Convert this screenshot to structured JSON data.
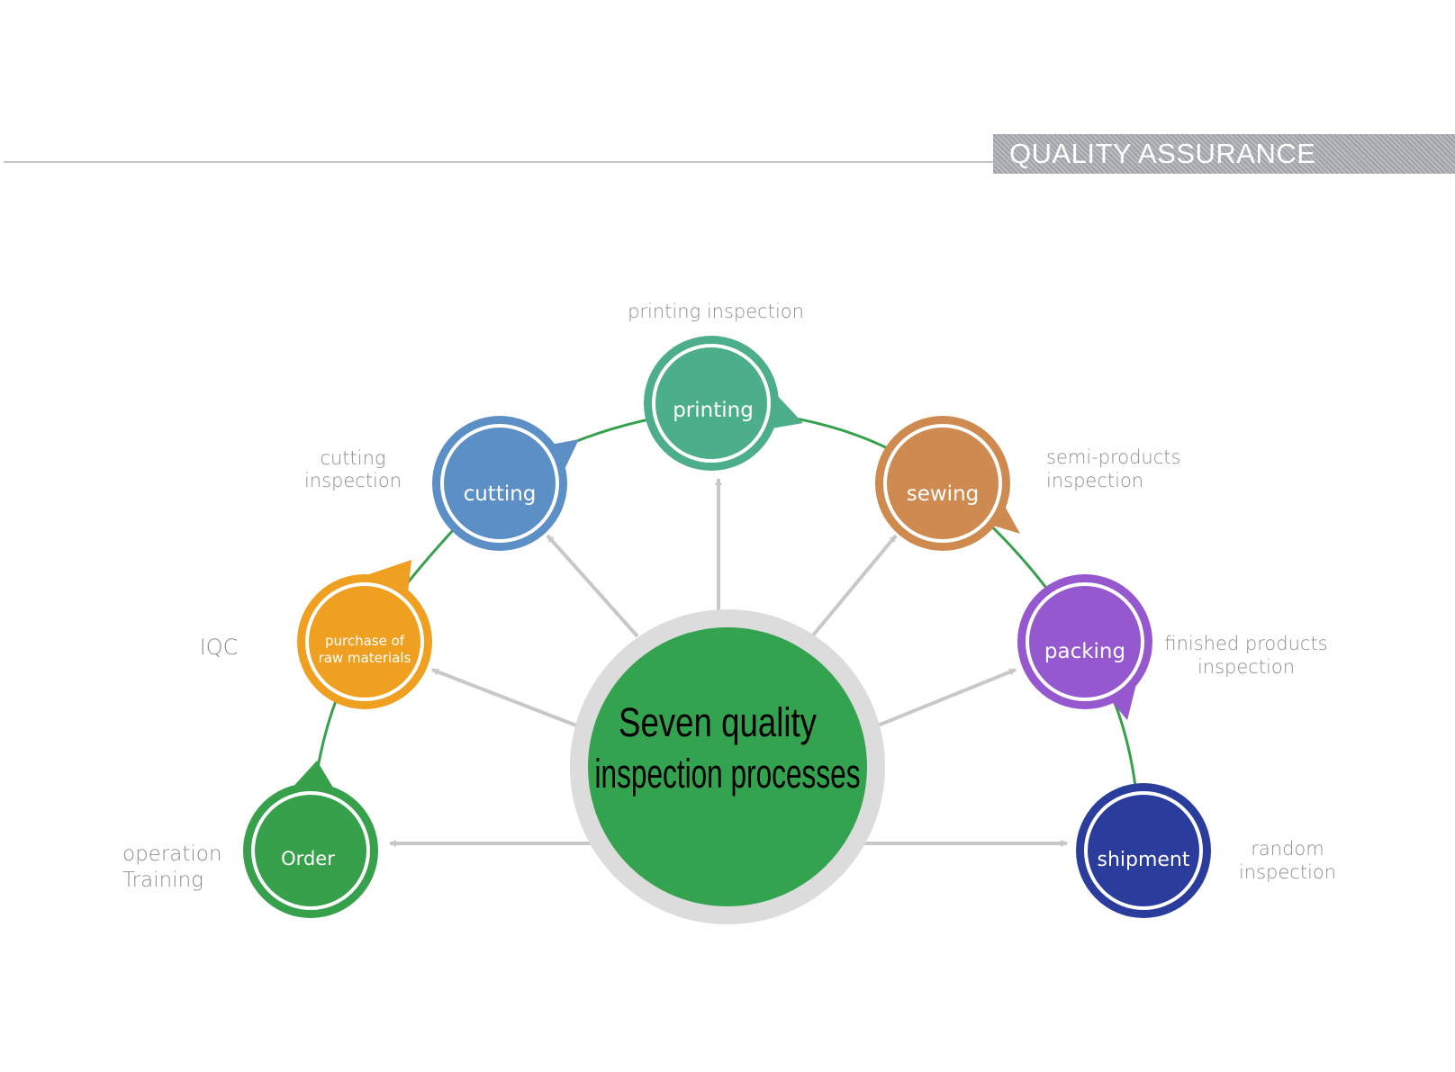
{
  "header": {
    "banner_title": "QUALITY ASSURANCE"
  },
  "center": {
    "line1": "Seven quality",
    "line2": "inspection processes"
  },
  "nodes": [
    {
      "id": "order",
      "label": "Order",
      "annotation_line1": "operation",
      "annotation_line2": "Training",
      "color": "#36a04a"
    },
    {
      "id": "purchase",
      "label_line1": "purchase of",
      "label_line2": "raw materials",
      "annotation": "IQC",
      "color": "#f0a020"
    },
    {
      "id": "cutting",
      "label": "cutting",
      "annotation_line1": "cutting",
      "annotation_line2": "inspection",
      "color": "#5b8fc5"
    },
    {
      "id": "printing",
      "label": "printing",
      "annotation": "printing inspection",
      "color": "#4caf8a"
    },
    {
      "id": "sewing",
      "label": "sewing",
      "annotation_line1": "semi-products",
      "annotation_line2": "inspection",
      "color": "#cf8a50"
    },
    {
      "id": "packing",
      "label": "packing",
      "annotation_line1": "finished products",
      "annotation_line2": "inspection",
      "color": "#9558cf"
    },
    {
      "id": "shipment",
      "label": "shipment",
      "annotation_line1": "random",
      "annotation_line2": "inspection",
      "color": "#2b3d9c"
    }
  ],
  "colors": {
    "arc": "#36a04a",
    "center_fill": "#34a350",
    "center_ring": "#dcdcdc",
    "arrows": "#c8c8c8",
    "annotation_text": "#8e8e8e"
  }
}
